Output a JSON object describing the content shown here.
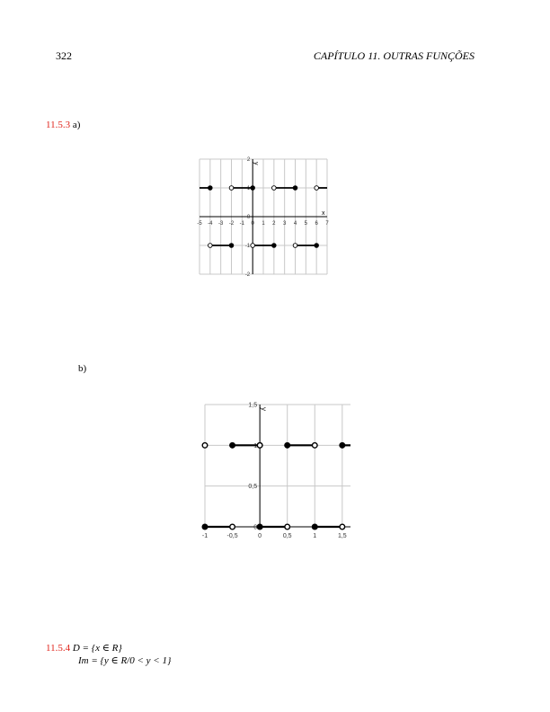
{
  "header": {
    "page_number": "322",
    "chapter_title": "CAPÍTULO 11.  OUTRAS FUNÇÕES"
  },
  "exercises": [
    {
      "number": "11.5.3",
      "label": "a)"
    },
    {
      "label": "b)"
    },
    {
      "number": "11.5.4",
      "domain_text": "D = {x ∈ R}",
      "image_text": "Im = {y ∈ R/0 < y < 1}"
    }
  ],
  "chart_data": [
    {
      "type": "scatter",
      "xlabel": "x",
      "ylabel": "y",
      "xlim": [
        -5,
        7
      ],
      "ylim": [
        -2,
        2
      ],
      "x_ticks": [
        "-5",
        "-4",
        "-3",
        "-2",
        "-1",
        "0",
        "1",
        "2",
        "3",
        "4",
        "5",
        "6",
        "7"
      ],
      "y_ticks": [
        "2",
        "1",
        "0",
        "-1",
        "-2"
      ],
      "grid": true,
      "segments": [
        {
          "x": [
            -5,
            -4
          ],
          "y": 1,
          "left": "none",
          "right": "closed"
        },
        {
          "x": [
            -2,
            0
          ],
          "y": 1,
          "left": "open",
          "right": "closed"
        },
        {
          "x": [
            2,
            4
          ],
          "y": 1,
          "left": "open",
          "right": "closed"
        },
        {
          "x": [
            6,
            7
          ],
          "y": 1,
          "left": "open",
          "right": "none"
        },
        {
          "x": [
            -4,
            -2
          ],
          "y": -1,
          "left": "open",
          "right": "closed"
        },
        {
          "x": [
            0,
            2
          ],
          "y": -1,
          "left": "open",
          "right": "closed"
        },
        {
          "x": [
            4,
            6
          ],
          "y": -1,
          "left": "open",
          "right": "closed"
        }
      ]
    },
    {
      "type": "scatter",
      "xlabel": "",
      "ylabel": "y",
      "xlim": [
        -1,
        1.65
      ],
      "ylim": [
        0,
        1.5
      ],
      "x_ticks": [
        "-1",
        "-0,5",
        "0",
        "0,5",
        "1",
        "1,5"
      ],
      "y_ticks": [
        "1,5",
        "1",
        "0,5",
        "0"
      ],
      "grid": true,
      "segments": [
        {
          "x": [
            -0.5,
            0
          ],
          "y": 1,
          "left": "closed",
          "right": "open"
        },
        {
          "x": [
            0.5,
            1
          ],
          "y": 1,
          "left": "closed",
          "right": "open"
        },
        {
          "x": [
            1.5,
            1.65
          ],
          "y": 1,
          "left": "closed",
          "right": "none"
        },
        {
          "x": [
            -1,
            -0.5
          ],
          "y": 0,
          "left": "closed",
          "right": "open"
        },
        {
          "x": [
            0,
            0.5
          ],
          "y": 0,
          "left": "closed",
          "right": "open"
        },
        {
          "x": [
            1,
            1.5
          ],
          "y": 0,
          "left": "closed",
          "right": "open"
        }
      ],
      "isolated_points": [
        {
          "x": -1,
          "y": 1,
          "style": "open"
        },
        {
          "x": 0,
          "y": 1,
          "style": "open"
        }
      ]
    }
  ]
}
